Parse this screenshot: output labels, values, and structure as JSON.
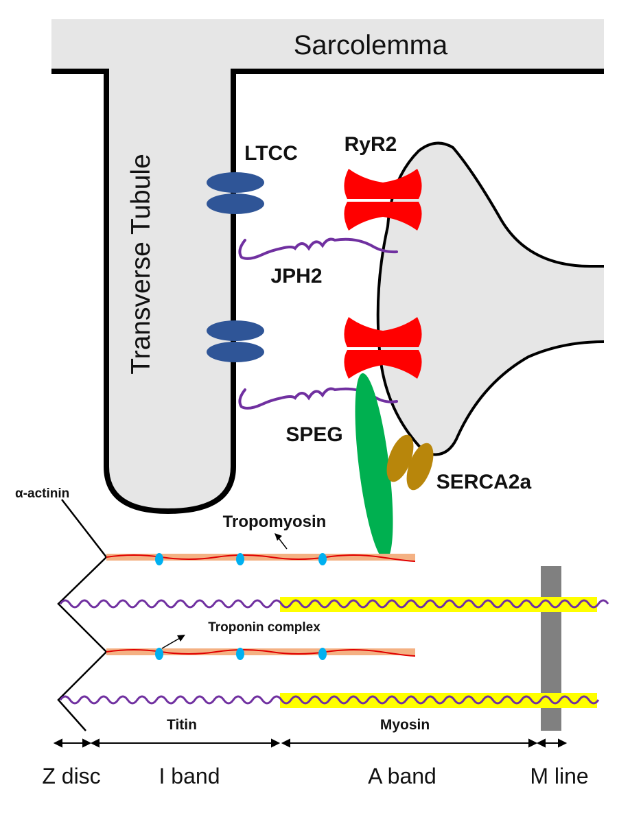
{
  "labels": {
    "sarcolemma": "Sarcolemma",
    "transverse_tubule": "Transverse Tubule",
    "ltcc": "LTCC",
    "ryr2": "RyR2",
    "jph2": "JPH2",
    "speg": "SPEG",
    "serca2a": "SERCA2a",
    "alpha_actinin": "α-actinin",
    "tropomyosin": "Tropomyosin",
    "troponin_complex": "Troponin complex",
    "titin": "Titin",
    "myosin": "Myosin",
    "z_disc": "Z disc",
    "i_band": "I band",
    "a_band": "A band",
    "m_line": "M line"
  },
  "colors": {
    "membrane_fill": "#e6e6e6",
    "ltcc": "#2f5597",
    "ryr2": "#ff0000",
    "jph2": "#7030a0",
    "speg": "#00b050",
    "serca2a": "#b8860b",
    "actin_band": "#f4b183",
    "actin_wave": "#e00000",
    "troponin": "#00b0f0",
    "myosin_band": "#ffff00",
    "m_line": "#808080"
  }
}
